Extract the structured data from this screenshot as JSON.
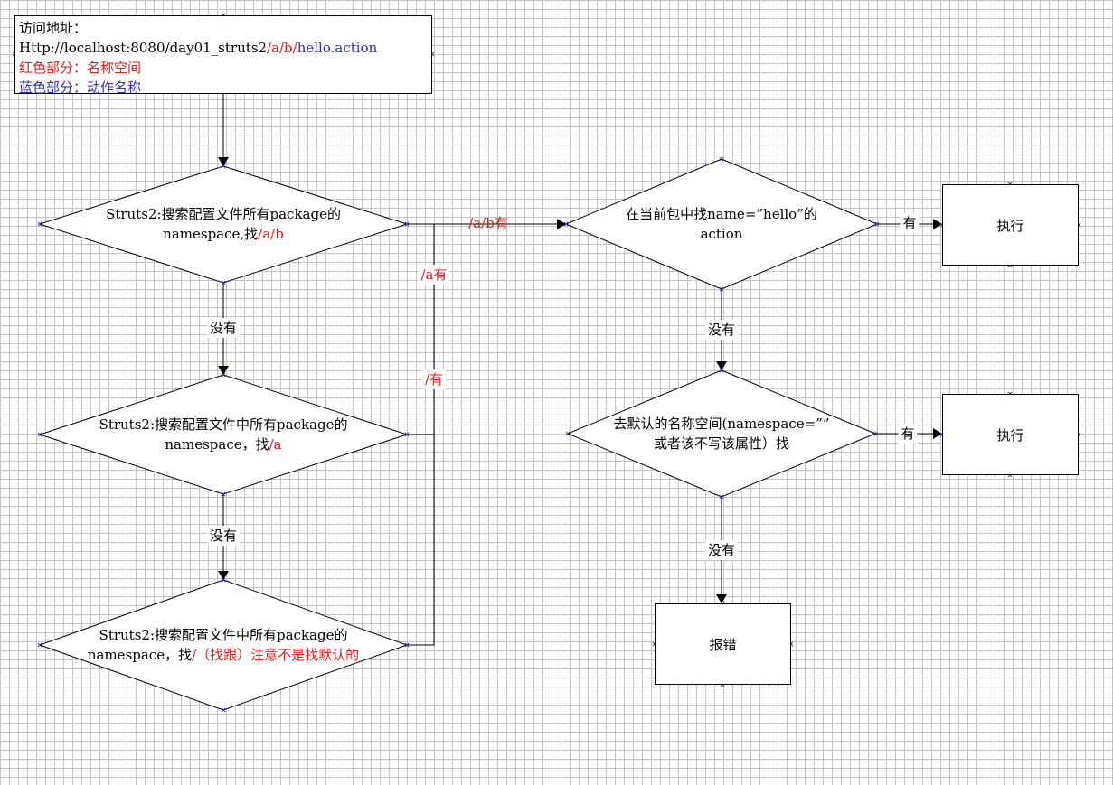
{
  "info_box": {
    "line1": "访问地址：",
    "url_prefix": "Http://localhost:8080/day01_struts2",
    "url_namespace": "/a/b/",
    "url_action": "hello.action",
    "red_label": "红色部分：",
    "red_value": "名称空间",
    "blue_label": "蓝色部分：",
    "blue_value": "动作名称"
  },
  "decisions": {
    "d1": {
      "line1": "Struts2:搜索配置文件所有package的",
      "line2_text": "namespace,找",
      "line2_highlight": "/a/b"
    },
    "d2": {
      "line1": "Struts2:搜索配置文件中所有package的",
      "line2_text": "namespace，找",
      "line2_highlight": "/a"
    },
    "d3": {
      "line1": "Struts2:搜索配置文件中所有package的",
      "line2_text": "namespace，找",
      "line2_highlight": "/（找跟）注意不是找默认的"
    },
    "d4": {
      "line1": "在当前包中找name=”hello”的",
      "line2": "action"
    },
    "d5": {
      "line1": "去默认的名称空间(namespace=””",
      "line2": "或者该不写该属性）找"
    }
  },
  "boxes": {
    "execute1": "执行",
    "execute2": "执行",
    "error": "报错"
  },
  "edge_labels": {
    "no1": "没有",
    "no2": "没有",
    "no3": "没有",
    "no4": "没有",
    "yes_ab": "/a/b有",
    "yes_a": "/a有",
    "yes_root": "/有",
    "yes1": "有",
    "yes2": "有"
  },
  "colors": {
    "namespace_red": "#e02020",
    "action_blue": "#3030b0",
    "grid": "#c4c4c4",
    "connection_point": "#3333aa"
  }
}
